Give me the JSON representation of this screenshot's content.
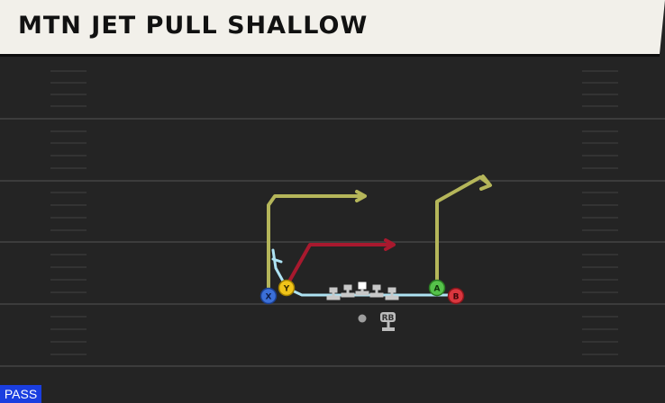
{
  "play": {
    "title": "MTN JET PULL SHALLOW",
    "type_tag": "PASS"
  },
  "players": [
    {
      "id": "X",
      "label": "X",
      "color": "#3b6fd8"
    },
    {
      "id": "Y",
      "label": "Y",
      "color": "#f0c419"
    },
    {
      "id": "A",
      "label": "A",
      "color": "#55c24a"
    },
    {
      "id": "B",
      "label": "B",
      "color": "#d9363e"
    },
    {
      "id": "RB",
      "label": "RB",
      "color": "#bdbdbd"
    }
  ],
  "route_colors": {
    "primary": "#b5b65a",
    "shallow": "#a8192e",
    "motion": "#aee3f3"
  }
}
